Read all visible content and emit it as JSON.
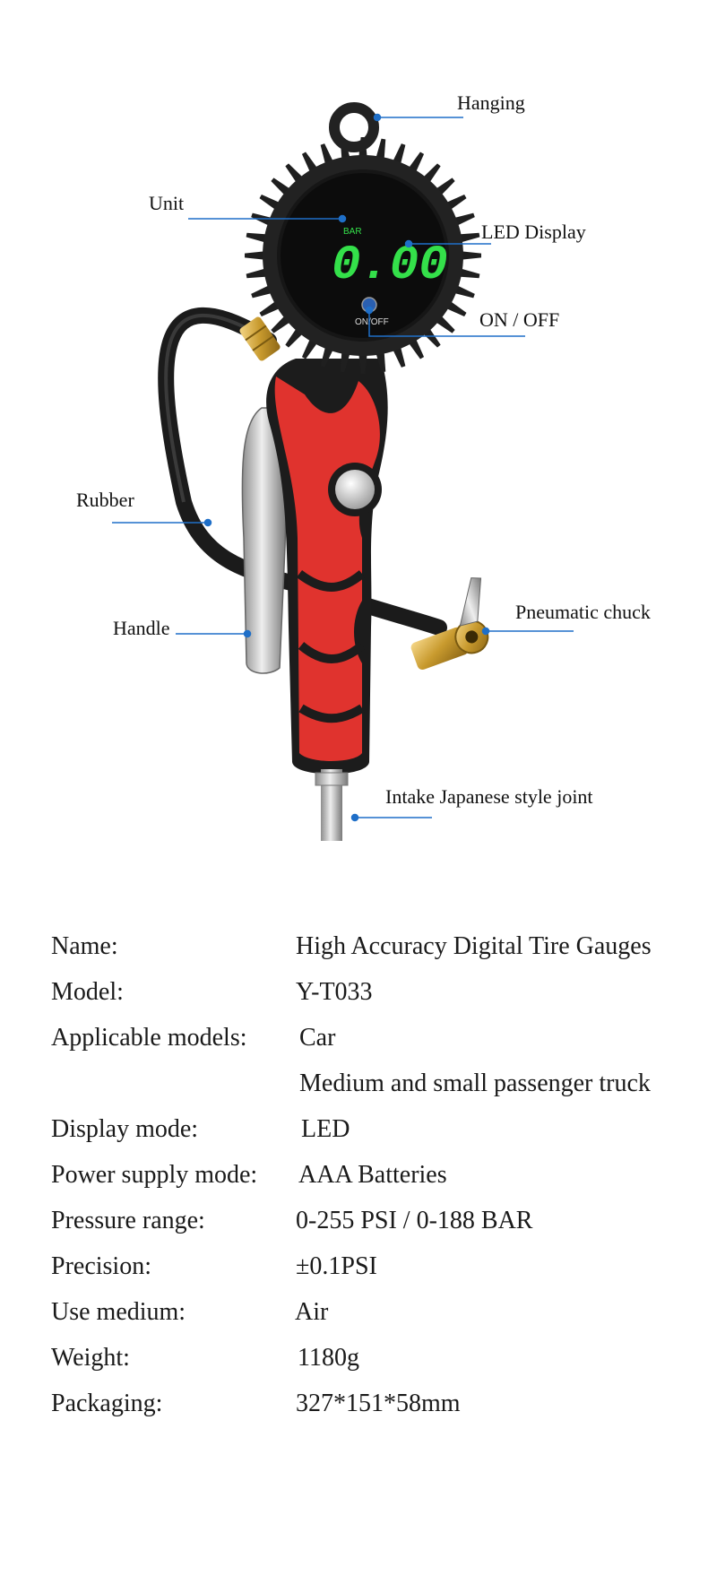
{
  "product_image": {
    "display": {
      "unit_text": "BAR",
      "reading": "0.00",
      "button_text": "ON/OFF"
    },
    "callouts": {
      "hanging": "Hanging",
      "unit": "Unit",
      "led_display": "LED Display",
      "on_off": "ON / OFF",
      "rubber": "Rubber",
      "handle": "Handle",
      "pneumatic_chuck": "Pneumatic chuck",
      "intake_joint": "Intake Japanese style joint"
    },
    "colors": {
      "callout_line": "#1f6fc8",
      "grip_red": "#e0332e",
      "display_green": "#34e04a",
      "brass": "#c89a2e"
    }
  },
  "specs": [
    {
      "label": "Name:",
      "value": "High Accuracy Digital Tire Gauges"
    },
    {
      "label": "Model:",
      "value": "Y-T033"
    },
    {
      "label": "Applicable models:",
      "value": "Car"
    },
    {
      "label": "",
      "value": "Medium and small passenger truck"
    },
    {
      "label": "Display mode:",
      "value": "LED"
    },
    {
      "label": "Power supply mode:",
      "value": "AAA Batteries"
    },
    {
      "label": "Pressure range:",
      "value": "0-255 PSI / 0-188 BAR"
    },
    {
      "label": "Precision:",
      "value": "±0.1PSI"
    },
    {
      "label": "Use medium:",
      "value": "Air"
    },
    {
      "label": "Weight:",
      "value": "1180g"
    },
    {
      "label": "Packaging:",
      "value": "327*151*58mm"
    }
  ]
}
